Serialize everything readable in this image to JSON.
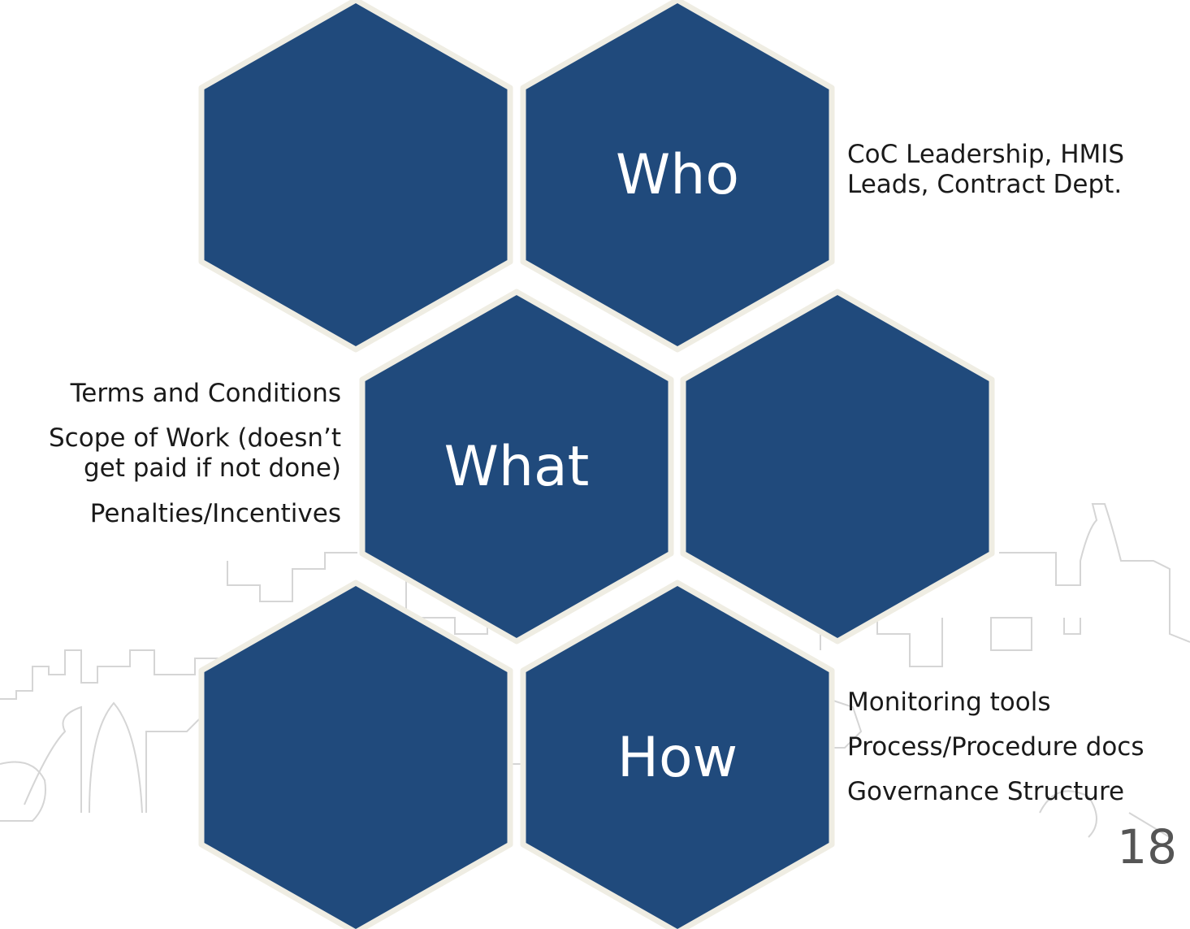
{
  "colors": {
    "hex_fill": "#204A7C",
    "hex_border": "#EFEDE3",
    "hex_text": "#FFFFFF",
    "skyline": "#D8D8D8"
  },
  "hexagons": [
    {
      "label": ""
    },
    {
      "label": "Who"
    },
    {
      "label": "What"
    },
    {
      "label": ""
    },
    {
      "label": ""
    },
    {
      "label": "How"
    }
  ],
  "who": {
    "lines": [
      "CoC Leadership, HMIS",
      "Leads, Contract Dept."
    ]
  },
  "what": {
    "items": [
      "Terms and Conditions",
      "Scope of Work (doesn’t get paid if not done)",
      "Penalties/Incentives"
    ]
  },
  "how": {
    "items": [
      "Monitoring tools",
      "Process/Procedure docs",
      "Governance Structure"
    ]
  },
  "slide_number": "18"
}
